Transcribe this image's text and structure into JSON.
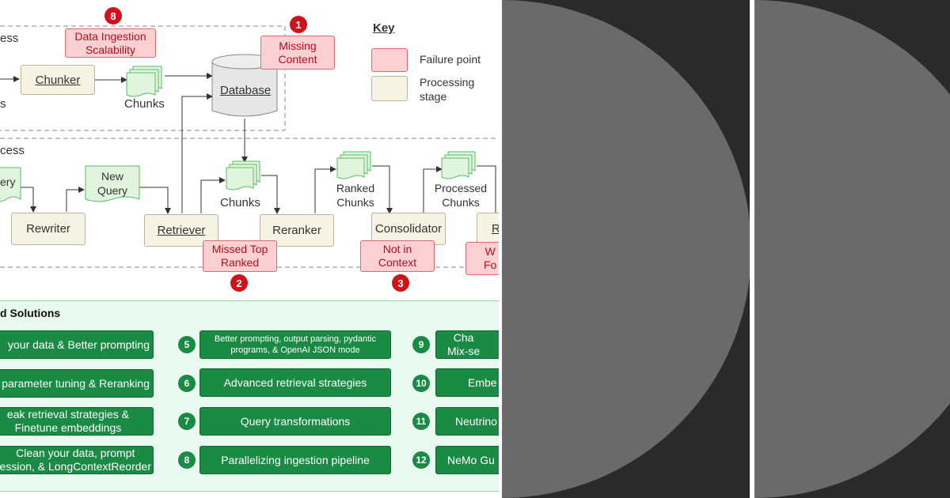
{
  "indexing_label": "ess",
  "query_label": "cess",
  "left_s": "s",
  "chunker": "Chunker",
  "chunks_index": "Chunks",
  "database": "Database",
  "query_trunc": "ery",
  "new_query": "New\nQuery",
  "rewriter": "Rewriter",
  "retriever": "Retriever",
  "chunks_query": "Chunks",
  "reranker": "Reranker",
  "ranked_chunks": "Ranked\nChunks",
  "consolidator": "Consolidator",
  "processed_chunks": "Processed\nChunks",
  "reader_trunc": "R",
  "failures": {
    "f1": {
      "num": "1",
      "text": "Missing\nContent"
    },
    "f2": {
      "num": "2",
      "text": "Missed Top\nRanked"
    },
    "f3": {
      "num": "3",
      "text": "Not in\nContext"
    },
    "f4": {
      "num": "",
      "text": "W\nFo"
    },
    "f8": {
      "num": "8",
      "text": "Data Ingestion\nScalability"
    }
  },
  "key": {
    "title": "Key",
    "failure": "Failure point",
    "processing": "Processing\nstage"
  },
  "solutions_title": "d Solutions",
  "solutions": {
    "s1": "your data & Better prompting",
    "s2": "parameter tuning & Reranking",
    "s3": "eak retrieval strategies &\nFinetune embeddings",
    "s4": "Clean your data, prompt\nession, & LongContextReorder",
    "n5": "5",
    "s5": "Better prompting, output parsing, pydantic\nprograms, & OpenAI JSON mode",
    "n6": "6",
    "s6": "Advanced retrieval strategies",
    "n7": "7",
    "s7": "Query transformations",
    "n8": "8",
    "s8": "Parallelizing ingestion pipeline",
    "n9": "9",
    "s9": "Cha\nMix-se",
    "n10": "10",
    "s10": "Embe",
    "n11": "11",
    "s11": "Neutrino",
    "n12": "12",
    "s12": "NeMo Gu"
  },
  "colors": {
    "failure_fill": "#fbd0d2",
    "processing_fill": "#f7f3e2",
    "chunk_fill": "#dff5dc",
    "solution_green": "#1a8a44",
    "badge_red": "#d0121b",
    "right_panel": "#2a2a2a",
    "half_circle": "#6a6a6a"
  }
}
